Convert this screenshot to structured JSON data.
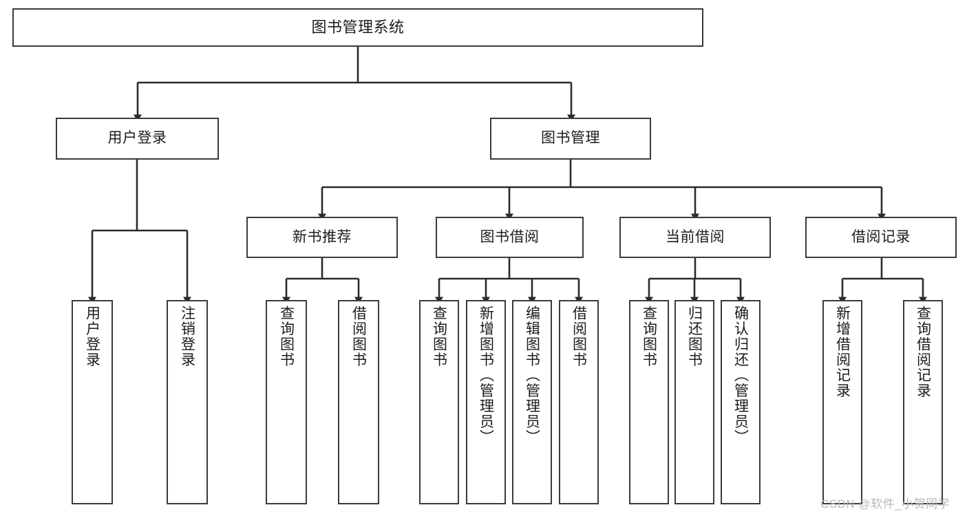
{
  "diagram": {
    "title": "图书管理系统",
    "type": "tree-hierarchy",
    "stroke_color": "#3a3a3a",
    "background_color": "#ffffff",
    "text_color": "#1c1c1c"
  },
  "root": {
    "label": "图书管理系统"
  },
  "level2": [
    {
      "label": "用户登录"
    },
    {
      "label": "图书管理"
    }
  ],
  "level3": [
    {
      "label": "新书推荐"
    },
    {
      "label": "图书借阅"
    },
    {
      "label": "当前借阅"
    },
    {
      "label": "借阅记录"
    }
  ],
  "leaves": {
    "user_login": [
      {
        "label": "用户登录"
      },
      {
        "label": "注销登录"
      }
    ],
    "new_book_recommend": [
      {
        "label": "查询图书"
      },
      {
        "label": "借阅图书"
      }
    ],
    "book_borrow": [
      {
        "label": "查询图书"
      },
      {
        "label": "新增图书（管理员）"
      },
      {
        "label": "编辑图书（管理员）"
      },
      {
        "label": "借阅图书"
      }
    ],
    "current_borrow": [
      {
        "label": "查询图书"
      },
      {
        "label": "归还图书"
      },
      {
        "label": "确认归还（管理员）"
      }
    ],
    "borrow_record": [
      {
        "label": "新增借阅记录"
      },
      {
        "label": "查询借阅记录"
      }
    ]
  },
  "watermark": {
    "text": "CSDN @软件_小贺同学",
    "color": "#b9b9b9"
  }
}
